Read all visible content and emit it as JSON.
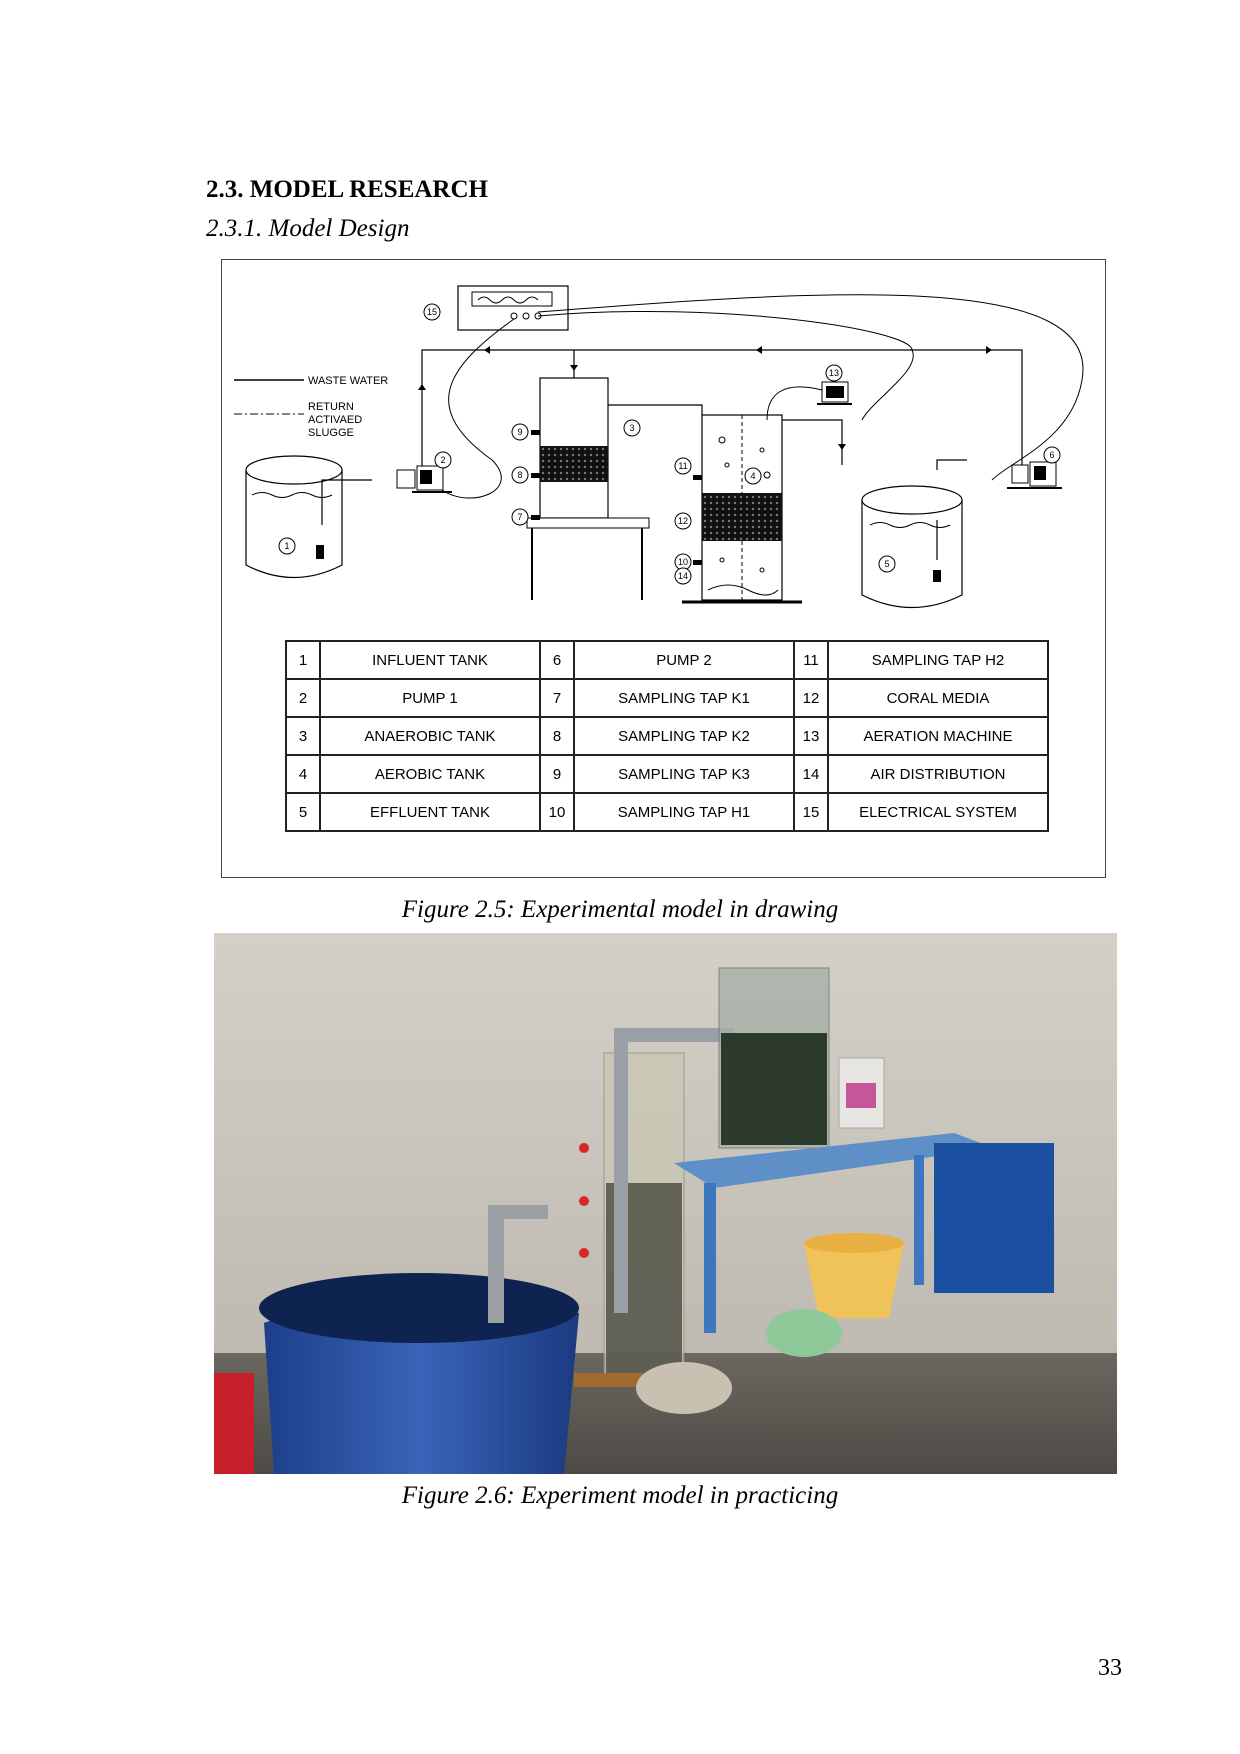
{
  "heading": "2.3. MODEL RESEARCH",
  "subheading": "2.3.1. Model Design",
  "diagram": {
    "legend_lines": {
      "waste_water": "WASTE WATER",
      "return_line1": "RETURN",
      "return_line2": "ACTIVAED",
      "return_line3": "SLUGGE"
    },
    "markers": [
      "1",
      "2",
      "3",
      "4",
      "5",
      "6",
      "7",
      "8",
      "9",
      "10",
      "11",
      "12",
      "13",
      "14",
      "15"
    ],
    "table": [
      [
        {
          "n": "1",
          "label": "INFLUENT TANK"
        },
        {
          "n": "6",
          "label": "PUMP 2"
        },
        {
          "n": "11",
          "label": "SAMPLING TAP H2"
        }
      ],
      [
        {
          "n": "2",
          "label": "PUMP 1"
        },
        {
          "n": "7",
          "label": "SAMPLING TAP K1"
        },
        {
          "n": "12",
          "label": "CORAL MEDIA"
        }
      ],
      [
        {
          "n": "3",
          "label": "ANAEROBIC TANK"
        },
        {
          "n": "8",
          "label": "SAMPLING TAP K2"
        },
        {
          "n": "13",
          "label": "AERATION MACHINE"
        }
      ],
      [
        {
          "n": "4",
          "label": "AEROBIC TANK"
        },
        {
          "n": "9",
          "label": "SAMPLING TAP K3"
        },
        {
          "n": "14",
          "label": "AIR DISTRIBUTION"
        }
      ],
      [
        {
          "n": "5",
          "label": "EFFLUENT TANK"
        },
        {
          "n": "10",
          "label": "SAMPLING TAP H1"
        },
        {
          "n": "15",
          "label": "ELECTRICAL SYSTEM"
        }
      ]
    ]
  },
  "caption_1": "Figure 2.5: Experimental model in drawing",
  "caption_2": "Figure 2.6: Experiment model in practicing",
  "page_number": "33"
}
